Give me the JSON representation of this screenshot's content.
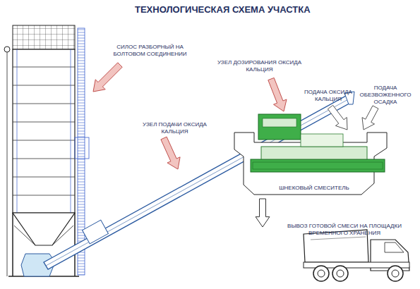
{
  "diagram": {
    "title": "ТЕХНОЛОГИЧЕСКАЯ СХЕМА УЧАСТКА",
    "labels": [
      "СИЛОС РАЗБОРНЫЙ НА БОЛТОВОМ СОЕДИНЕНИИ",
      "УЗЕЛ ДОЗИРОВАНИЯ ОКСИДА КАЛЬЦИЯ",
      "УЗЕЛ ПОДАЧИ ОКСИДА КАЛЬЦИЯ",
      "ПОДАЧА ОКСИДА КАЛЬЦИЯ",
      "ПОДАЧА ОБЕЗВОЖЕННОГО ОСАДКА",
      "ШНЕКОВЫЙ СМЕСИТЕЛЬ",
      "ВЫВОЗ ГОТОВОЙ СМЕСИ НА ПЛОЩАДКИ ВРЕМЕННОГО ХРАНЕНИЯ"
    ]
  }
}
